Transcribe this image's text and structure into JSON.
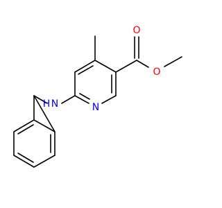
{
  "molecule": {
    "atoms": {
      "ester_o_carbonyl": {
        "symbol": "O",
        "color": "#ff0000"
      },
      "ester_o_ether": {
        "symbol": "O",
        "color": "#ff0000"
      },
      "ring_n": {
        "symbol": "N",
        "color": "#0000ff"
      },
      "amine_n": {
        "symbol": "N",
        "color": "#0000ff"
      },
      "amine_h": {
        "symbol": "H",
        "color": "#0000ff"
      }
    },
    "bond_color": "#000000"
  }
}
